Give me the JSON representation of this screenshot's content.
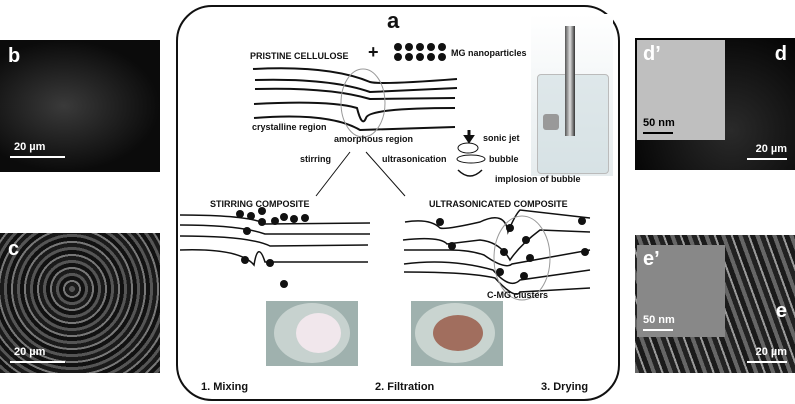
{
  "panels": {
    "b": {
      "label": "b",
      "scale": "20 µm"
    },
    "c": {
      "label": "c",
      "scale": "20 µm"
    },
    "d": {
      "label": "d",
      "scale": "20 µm",
      "inset_label": "d’",
      "inset_scale": "50 nm"
    },
    "e": {
      "label": "e",
      "scale": "20 µm",
      "inset_label": "e’",
      "inset_scale": "50 nm"
    }
  },
  "scheme": {
    "label": "a",
    "pristine": "PRISTINE CELLULOSE",
    "plus": "+",
    "nanoparticles": "MG nanoparticles",
    "crystalline": "crystalline region",
    "amorphous": "amorphous region",
    "stirring": "stirring",
    "ultrasonication": "ultrasonication",
    "sonic_jet": "sonic jet",
    "bubble": "bubble",
    "implosion": "implosion of bubble",
    "stirring_composite": "STIRRING COMPOSITE",
    "ultra_composite": "ULTRASONICATED COMPOSITE",
    "clusters": "C-MG clusters",
    "steps": [
      "1. Mixing",
      "2. Filtration",
      "3. Drying"
    ]
  }
}
